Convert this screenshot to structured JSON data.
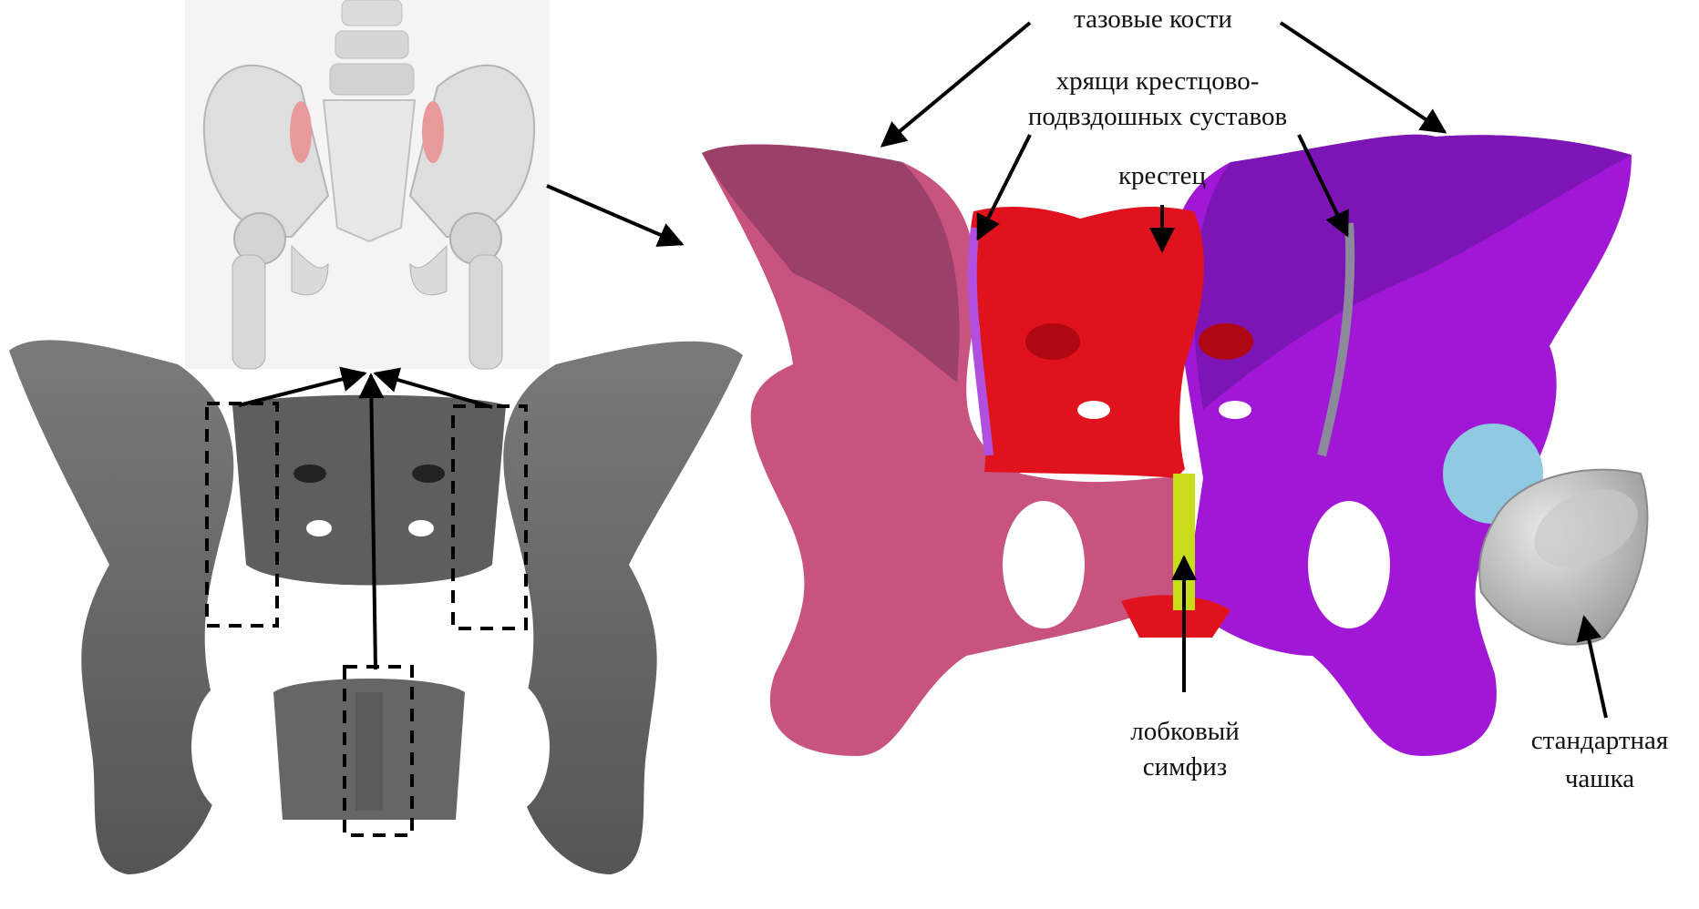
{
  "labels": {
    "pelvic_bones": "тазовые кости",
    "sacroiliac_cartilage_line1": "хрящи крестцово-",
    "sacroiliac_cartilage_line2": "подвздошных суставов",
    "sacrum": "крестец",
    "pubic_symphysis_line1": "лобковый",
    "pubic_symphysis_line2": "симфиз",
    "standard_cup_line1": "стандартная",
    "standard_cup_line2": "чашка"
  },
  "colors": {
    "left_pelvic_bone": "#c7537e",
    "right_pelvic_bone": "#a018d6",
    "sacrum": "#e0121e",
    "left_sacroiliac_cartilage": "#b04fe0",
    "right_sacroiliac_cartilage": "#8a8a9a",
    "pubic_symphysis": "#c8dc1a",
    "acetabulum": "#8fc9e2",
    "standard_cup": "#bdbdbd",
    "grey_model": "#6b6b6b",
    "reference_bone": "#d9d9d9",
    "reference_highlight": "#e88a8a"
  }
}
